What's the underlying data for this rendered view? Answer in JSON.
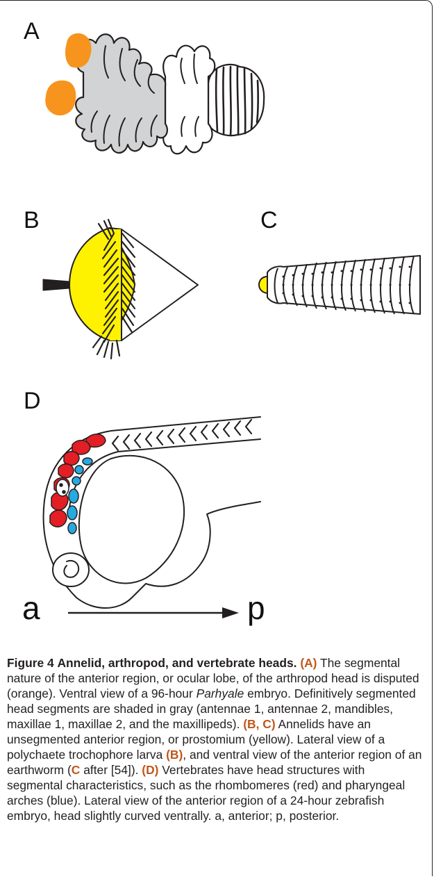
{
  "panels": {
    "a": "A",
    "b": "B",
    "c": "C",
    "d": "D"
  },
  "axis": {
    "anterior": "a",
    "posterior": "p"
  },
  "colors": {
    "ocular_lobe": "#f7941d",
    "segments": "#d1d3d4",
    "prostomium": "#fff200",
    "rhombomeres": "#e31e24",
    "arches": "#27a9e1",
    "line": "#231f20"
  },
  "caption": {
    "figure_label": "Figure 4",
    "title": "Annelid, arthropod, and vertebrate heads.",
    "a_ref": "(A)",
    "a_text_1": "The segmental nature of the anterior region, or ocular lobe, of the arthropod head is disputed (orange). Ventral view of a 96-hour",
    "a_italic": "Parhyale",
    "a_text_2": "embryo. Definitively segmented head segments are shaded in gray (antennae 1, antennae 2, mandibles, maxillae 1, maxillae 2, and the maxillipeds).",
    "bc_ref": "(B, C)",
    "bc_text_1": "Annelids have an unsegmented anterior region, or prostomium (yellow). Lateral view of a polychaete trochophore larva",
    "b_ref": "(B)",
    "bc_text_2": ", and ventral view of the anterior region of an earthworm (",
    "c_ref": "C",
    "bc_text_3": "after [54]).",
    "d_ref": "(D)",
    "d_text": "Vertebrates have head structures with segmental characteristics, such as the rhombomeres (red) and pharyngeal arches (blue). Lateral view of the anterior region of a 24-hour zebrafish embryo, head slightly curved ventrally. a, anterior; p, posterior."
  }
}
